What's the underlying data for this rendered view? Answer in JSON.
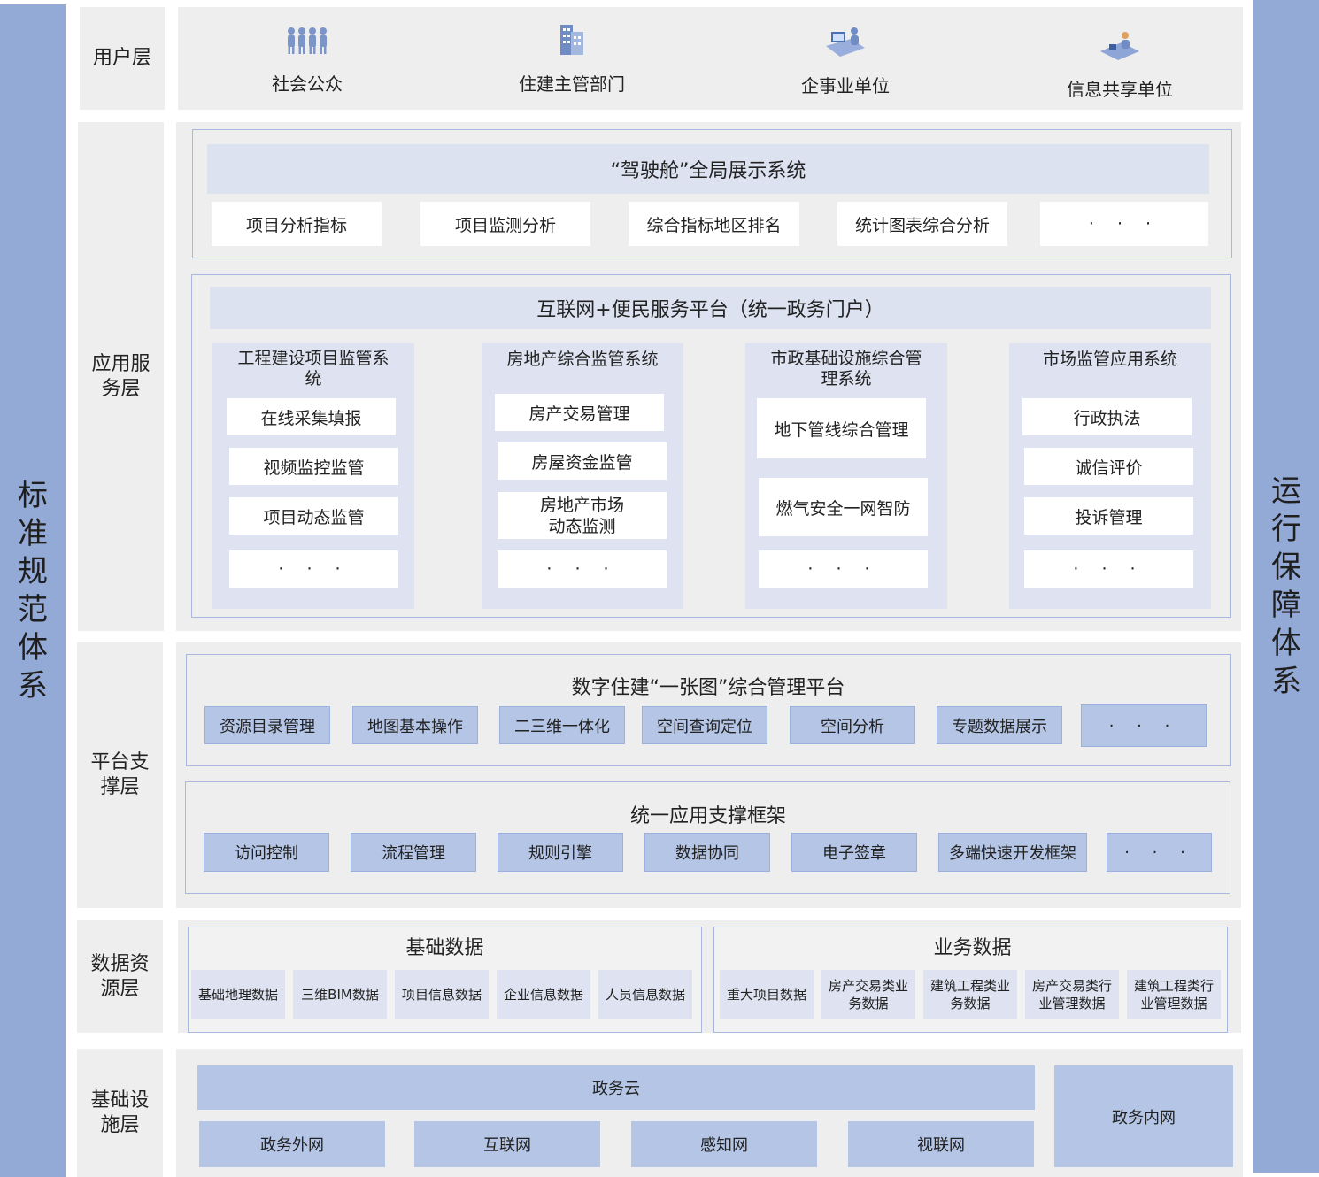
{
  "side": {
    "left_title": "标准规范体系",
    "right_title": "运行保障体系"
  },
  "layers": {
    "user": "用户层",
    "app": "应用服务层",
    "platform": "平台支撑层",
    "data": "数据资源层",
    "infra": "基础设施层"
  },
  "users": [
    {
      "label": "社会公众",
      "icon": "people-group-icon"
    },
    {
      "label": "住建主管部门",
      "icon": "office-building-icon"
    },
    {
      "label": "企事业单位",
      "icon": "computer-worker-icon"
    },
    {
      "label": "信息共享单位",
      "icon": "shared-desk-icon"
    }
  ],
  "cockpit": {
    "title": "“驾驶舱”全局展示系统",
    "items": [
      "项目分析指标",
      "项目监测分析",
      "综合指标地区排名",
      "统计图表综合分析",
      "· · ·"
    ]
  },
  "portal": {
    "title": "互联网+便民服务平台（统一政务门户）",
    "systems": [
      {
        "title": "工程建设项目监管系统",
        "items": [
          "在线采集填报",
          "视频监控监管",
          "项目动态监管",
          "· · ·"
        ]
      },
      {
        "title": "房地产综合监管系统",
        "items": [
          "房产交易管理",
          "房屋资金监管",
          "房地产市场动态监测",
          "· · ·"
        ]
      },
      {
        "title": "市政基础设施综合管理系统",
        "items": [
          "地下管线综合管理",
          "燃气安全一网智防",
          "· · ·"
        ]
      },
      {
        "title": "市场监管应用系统",
        "items": [
          "行政执法",
          "诚信评价",
          "投诉管理",
          "· · ·"
        ]
      }
    ]
  },
  "map_platform": {
    "title": "数字住建“一张图”综合管理平台",
    "items": [
      "资源目录管理",
      "地图基本操作",
      "二三维一体化",
      "空间查询定位",
      "空间分析",
      "专题数据展示",
      "· · ·"
    ]
  },
  "framework": {
    "title": "统一应用支撑框架",
    "items": [
      "访问控制",
      "流程管理",
      "规则引擎",
      "数据协同",
      "电子签章",
      "多端快速开发框架",
      "· · ·"
    ]
  },
  "basic_data": {
    "title": "基础数据",
    "items": [
      "基础地理数据",
      "三维BIM数据",
      "项目信息数据",
      "企业信息数据",
      "人员信息数据"
    ]
  },
  "business_data": {
    "title": "业务数据",
    "items": [
      "重大项目数据",
      "房产交易类业务数据",
      "建筑工程类业务数据",
      "房产交易类行业管理数据",
      "建筑工程类行业管理数据"
    ]
  },
  "infra": {
    "cloud": "政务云",
    "networks": [
      "政务外网",
      "互联网",
      "感知网",
      "视联网"
    ],
    "intranet": "政务内网"
  }
}
